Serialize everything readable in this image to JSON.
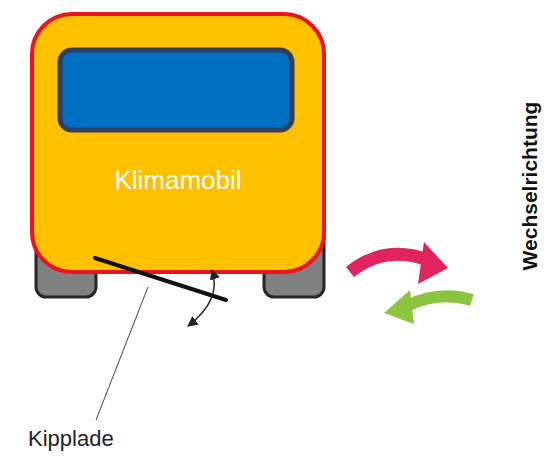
{
  "diagram": {
    "nodes": [
      {
        "text": [
          "Klimamobil"
        ]
      }
    ],
    "labels": [
      "Kipplade",
      "Wechselrichtung"
    ]
  }
}
